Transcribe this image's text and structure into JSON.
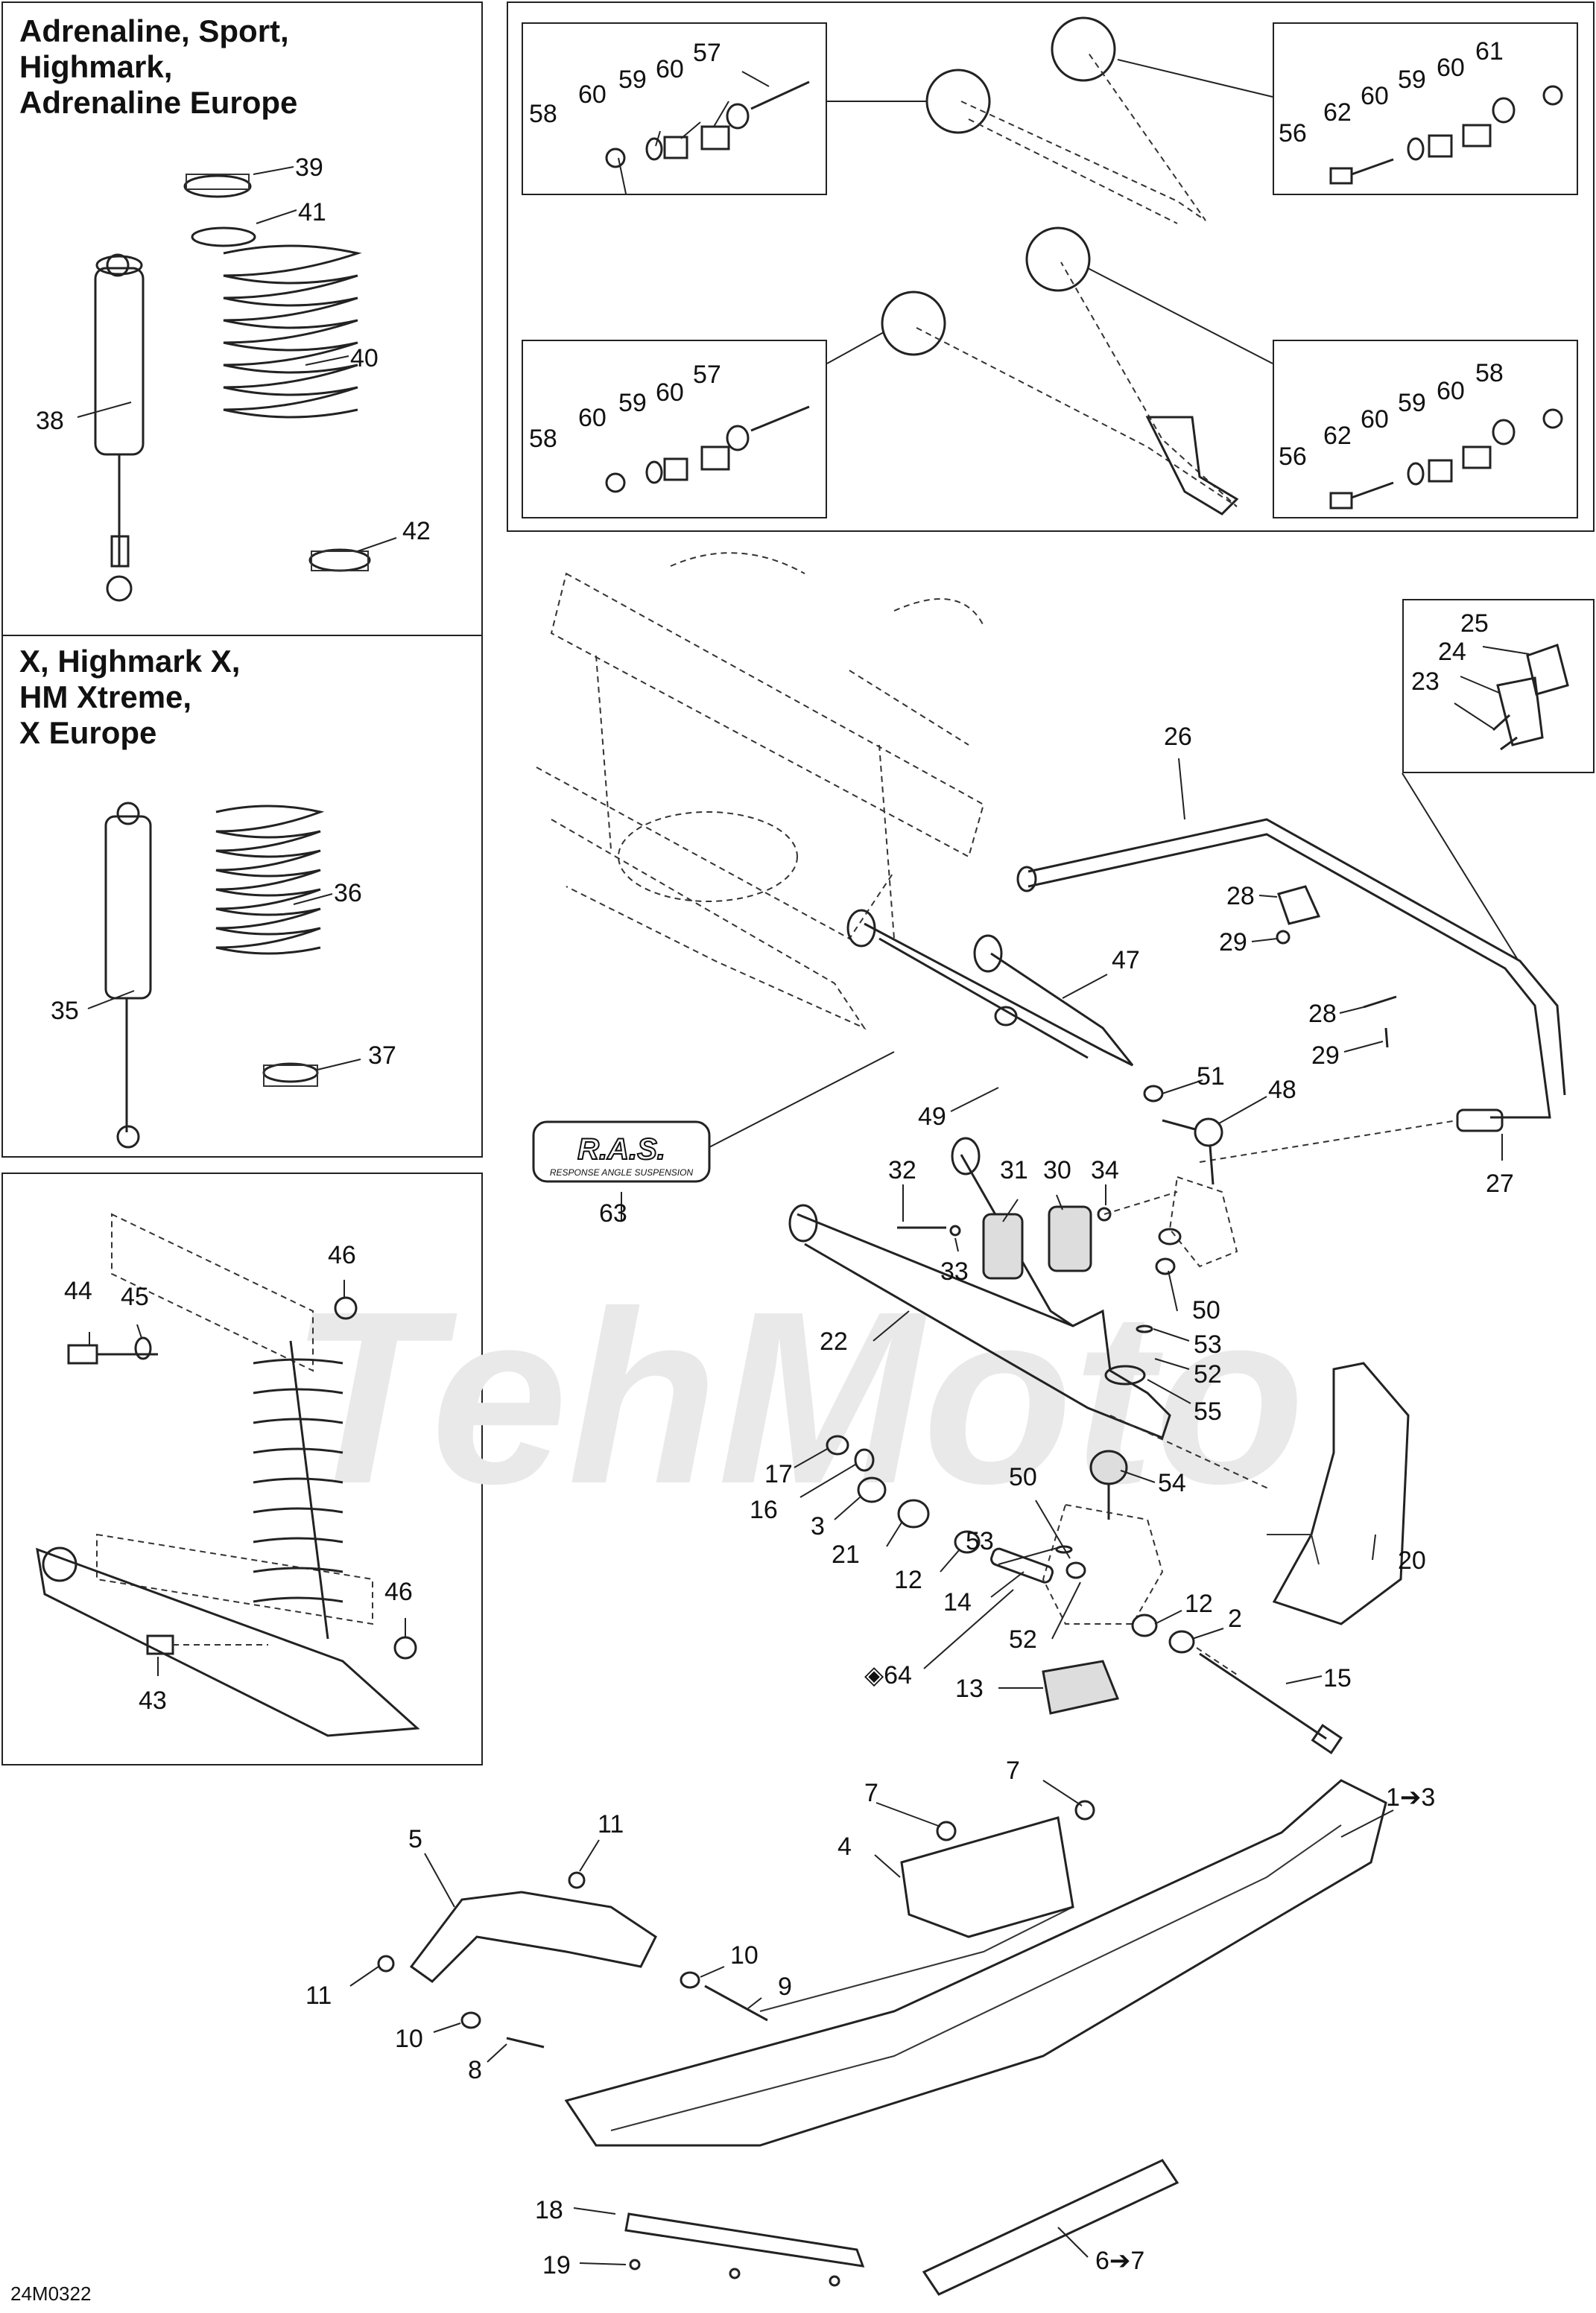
{
  "panels": {
    "panel1_title": "Adrenaline, Sport,\nHighmark,\nAdrenaline Europe",
    "panel2_title": "X, Highmark X,\nHM Xtreme,\nX Europe"
  },
  "labels": {
    "p39": "39",
    "p41": "41",
    "p40": "40",
    "p38": "38",
    "p42": "42",
    "p36": "36",
    "p35": "35",
    "p37": "37",
    "p44": "44",
    "p45": "45",
    "p46a": "46",
    "p46b": "46",
    "p43": "43",
    "bA58": "58",
    "bA60a": "60",
    "bA59": "59",
    "bA60b": "60",
    "bA57": "57",
    "bB56": "56",
    "bB62": "62",
    "bB60a": "60",
    "bB59": "59",
    "bB60b": "60",
    "bB61": "61",
    "bC58": "58",
    "bC60a": "60",
    "bC59": "59",
    "bC60b": "60",
    "bC57": "57",
    "bD56": "56",
    "bD62": "62",
    "bD60a": "60",
    "bD59": "59",
    "bD60b": "60",
    "bD58": "58",
    "p25": "25",
    "p24": "24",
    "p23": "23",
    "p26": "26",
    "p28a": "28",
    "p29a": "29",
    "p28b": "28",
    "p29b": "29",
    "p47": "47",
    "p51": "51",
    "p48": "48",
    "p49": "49",
    "p27": "27",
    "p63": "63",
    "p32": "32",
    "p31": "31",
    "p30": "30",
    "p34": "34",
    "p33": "33",
    "p50a": "50",
    "p53a": "53",
    "p52a": "52",
    "p22": "22",
    "p55": "55",
    "p17": "17",
    "p16": "16",
    "p3": "3",
    "p21": "21",
    "p12a": "12",
    "p50b": "50",
    "p53b": "53",
    "p54": "54",
    "p14": "14",
    "p12b": "12",
    "p2": "2",
    "p52b": "52",
    "p64": "◈64",
    "p13": "13",
    "p15": "15",
    "p20": "20",
    "p7a": "7",
    "p7b": "7",
    "p4": "4",
    "p1": "1➔3",
    "p5": "5",
    "p11a": "11",
    "p11b": "11",
    "p10a": "10",
    "p9": "9",
    "p10b": "10",
    "p8": "8",
    "p18": "18",
    "p19": "19",
    "p6": "6➔7"
  },
  "logo": {
    "text": "R.A.S.",
    "subtext": "RESPONSE ANGLE SUSPENSION"
  },
  "watermark": {
    "text": "TehMoto"
  },
  "figure_ref": "24M0322",
  "colors": {
    "ink": "#222222",
    "watermark": "#e9e9e9",
    "background": "#ffffff"
  }
}
